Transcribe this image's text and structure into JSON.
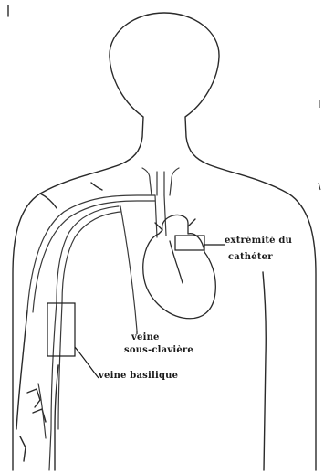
{
  "labels": {
    "catheter_tip": {
      "line1": "extrémité du",
      "line2": "cathéter"
    },
    "subclavian_vein": {
      "line1": "veine",
      "line2": "sous-clavière"
    },
    "basilic_vein": "veine basilique"
  },
  "colors": {
    "outline": "#2a2a2a",
    "vessel": "#3a3a3a",
    "text": "#1a1a1a"
  }
}
